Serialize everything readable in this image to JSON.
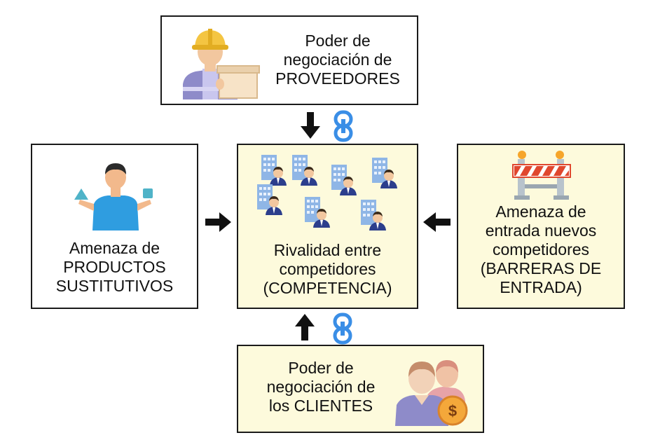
{
  "suppliers": {
    "lines": [
      "Poder de",
      "negociación de",
      "PROVEEDORES"
    ],
    "icon": "supplier-worker-icon"
  },
  "substitutes": {
    "lines": [
      "Amenaza de",
      "PRODUCTOS",
      "SUSTITUTIVOS"
    ],
    "icon": "person-holding-shapes-icon"
  },
  "rivalry": {
    "lines": [
      "Rivalidad entre",
      "competidores",
      "(COMPETENCIA)"
    ],
    "icon": "competing-businessmen-icon"
  },
  "new_entrants": {
    "lines": [
      "Amenaza de",
      "entrada nuevos",
      "competidores",
      "(BARRERAS DE",
      "ENTRADA)"
    ],
    "icon": "roadblock-barrier-icon"
  },
  "clients": {
    "lines": [
      "Poder de",
      "negociación de",
      "los CLIENTES"
    ],
    "icon": "customers-money-icon"
  },
  "colors": {
    "box_center": "#fdfadc",
    "box_clients": "#fdfadc",
    "arrow": "#111111",
    "link_icon": "#3a8ee6"
  }
}
